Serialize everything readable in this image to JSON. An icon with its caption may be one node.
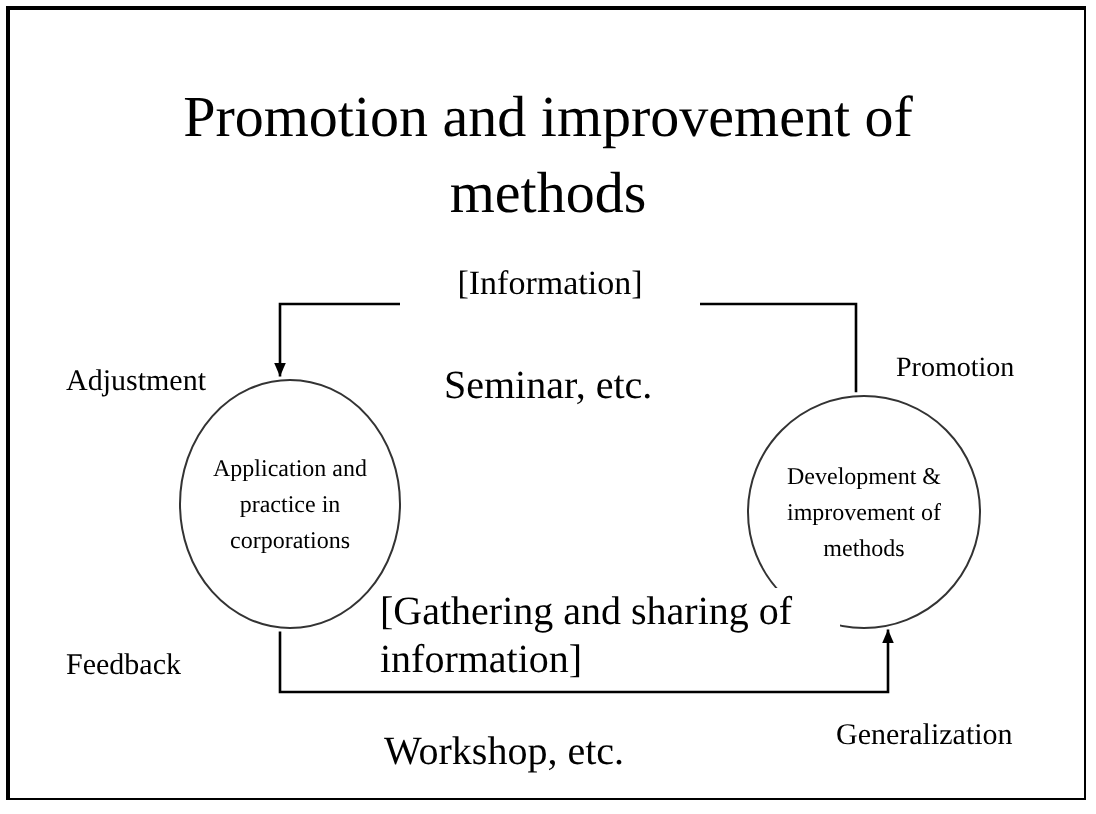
{
  "diagram": {
    "title": "Promotion and improvement of methods",
    "nodes": [
      {
        "text": [
          "Application and practice in corporations"
        ]
      },
      {
        "text": [
          "Development & improvement of methods"
        ]
      }
    ],
    "edges": [
      {
        "from": 1,
        "to": 0,
        "arrow": "to",
        "label": "[Information]"
      },
      {
        "from": 0,
        "to": 1,
        "arrow": "to",
        "label": "[Gathering and sharing of information]"
      }
    ],
    "labels": [
      "Adjustment",
      "Seminar, etc.",
      "Promotion",
      "Feedback",
      "Workshop, etc.",
      "Generalization"
    ]
  }
}
